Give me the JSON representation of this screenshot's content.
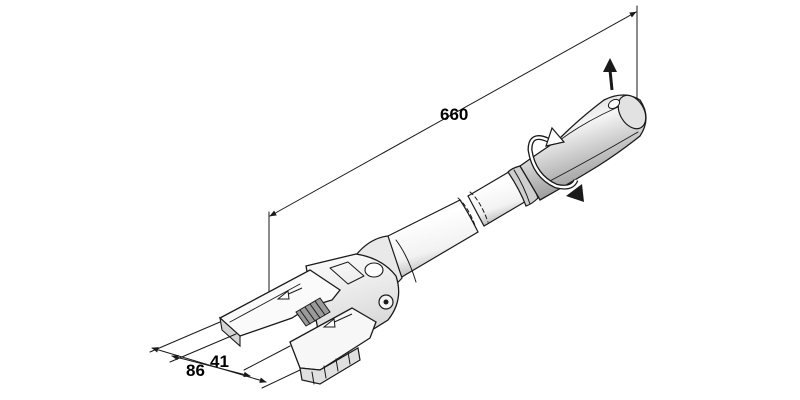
{
  "dimensions": {
    "overall_length": "660",
    "jaw_opening": "41",
    "jaw_width": "86"
  },
  "colors": {
    "line": "#1a1a1a",
    "fill_light": "#f7f7f7",
    "fill_shade": "#dcdcdc",
    "fill_dark": "#9a9a9a",
    "background": "#ffffff"
  },
  "icons": [
    "rotation-arrow-icon",
    "pull-arrow-icon",
    "slide-direction-arrow-icon"
  ]
}
